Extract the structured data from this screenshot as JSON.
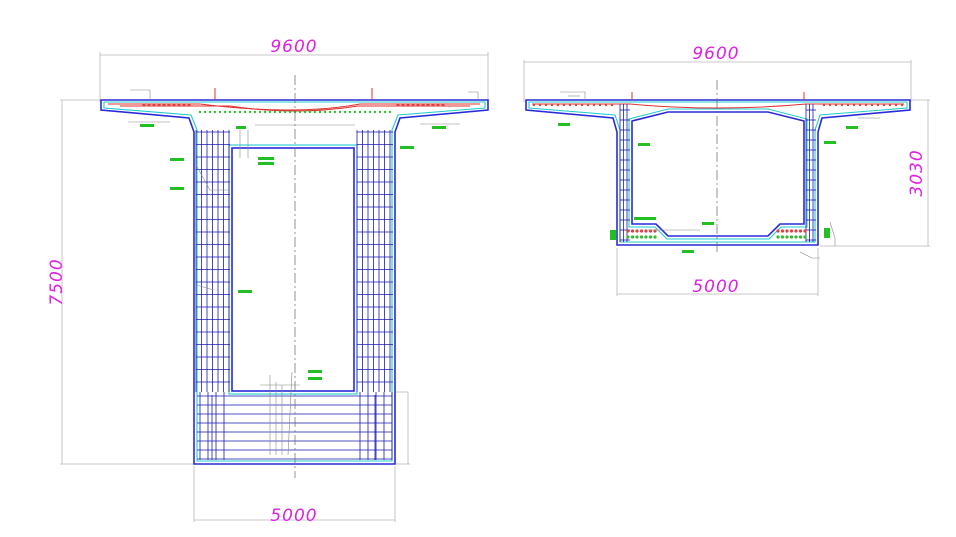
{
  "drawing": {
    "colors": {
      "dimension_text": "#e020e0",
      "outline": "#2a2ad8",
      "inner_line": "#22cccc",
      "rebar": "#1a1ab0",
      "prestress": "#e03030",
      "annotation": "#22c022",
      "extension_line": "#b8b8b8"
    },
    "left_section": {
      "top_width": "9600",
      "height": "7500",
      "bottom_width": "5000"
    },
    "right_section": {
      "top_width": "9600",
      "height": "3030",
      "bottom_width": "5000"
    }
  }
}
